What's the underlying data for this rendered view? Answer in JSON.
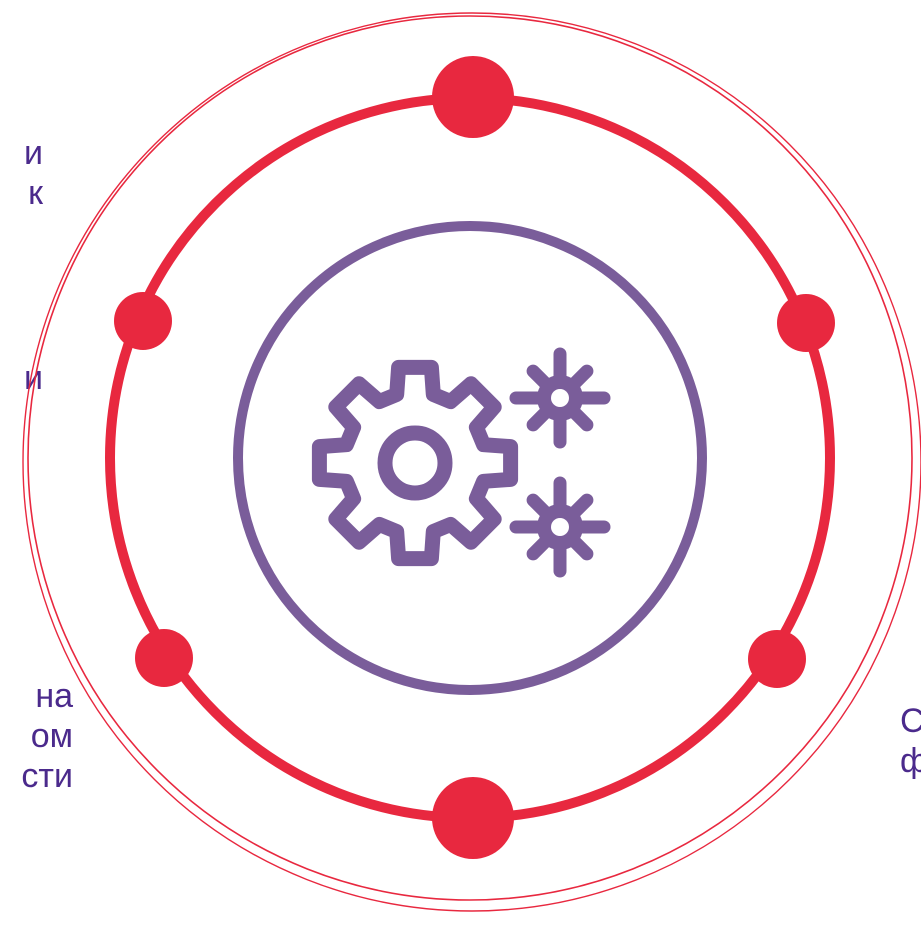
{
  "colors": {
    "accent_red": "#e8283f",
    "accent_purple": "#7a5d9a",
    "text_purple": "#4b2a8c",
    "background": "#ffffff"
  },
  "center": {
    "icon": "gears-icon"
  },
  "text_blocks": {
    "left_top": [
      "и",
      "к"
    ],
    "left_mid": [
      "и"
    ],
    "left_bottom": [
      "на",
      "ом",
      "сти"
    ],
    "right_bottom": [
      "С",
      "ф"
    ]
  }
}
